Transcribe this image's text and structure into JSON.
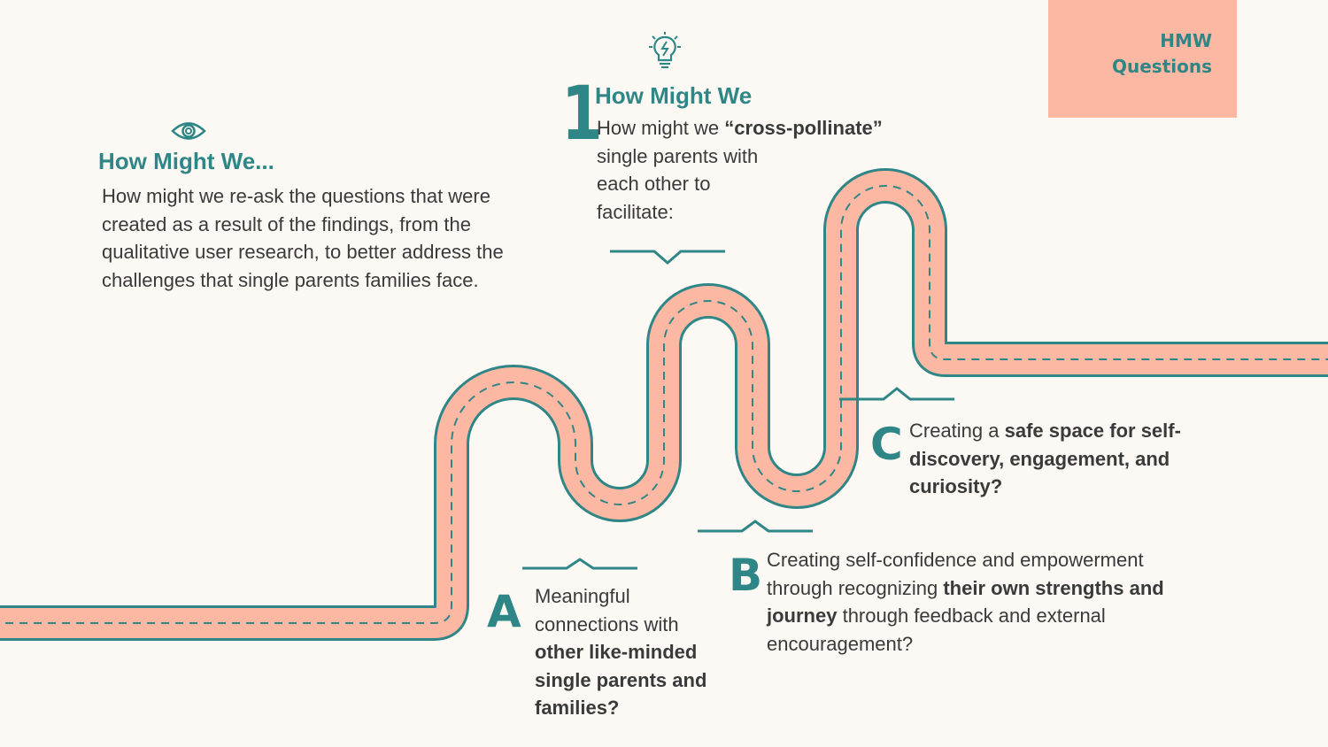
{
  "tag": {
    "line1": "HMW",
    "line2": "Questions"
  },
  "intro": {
    "icon": "eye-icon",
    "heading": "How Might We...",
    "text": "How might we re-ask the questions that were created as a result of the findings, from the qualitative user research, to better address the challenges that single parents families face."
  },
  "main": {
    "icon": "lightbulb-icon",
    "number": "1",
    "heading": "How Might We",
    "text_prefix": "How might we ",
    "text_bold": "“cross-pollinate”",
    "text_suffix": " single parents with each other to facilitate:"
  },
  "items": {
    "a": {
      "letter": "A",
      "text1": "Meaningful connections with ",
      "bold1": "other like-minded single parents and families?"
    },
    "b": {
      "letter": "B",
      "text1": "Creating self-confidence and empowerment through recognizing ",
      "bold1": "their own strengths and journey",
      "text2": " through feedback and external encouragement?"
    },
    "c": {
      "letter": "C",
      "text1": "Creating a ",
      "bold1": "safe space for self-discovery, engagement, and curiosity?"
    }
  },
  "colors": {
    "teal": "#2f8686",
    "road": "#fdb8a4",
    "background": "#fcf9f4",
    "text": "#3a3a3a"
  }
}
